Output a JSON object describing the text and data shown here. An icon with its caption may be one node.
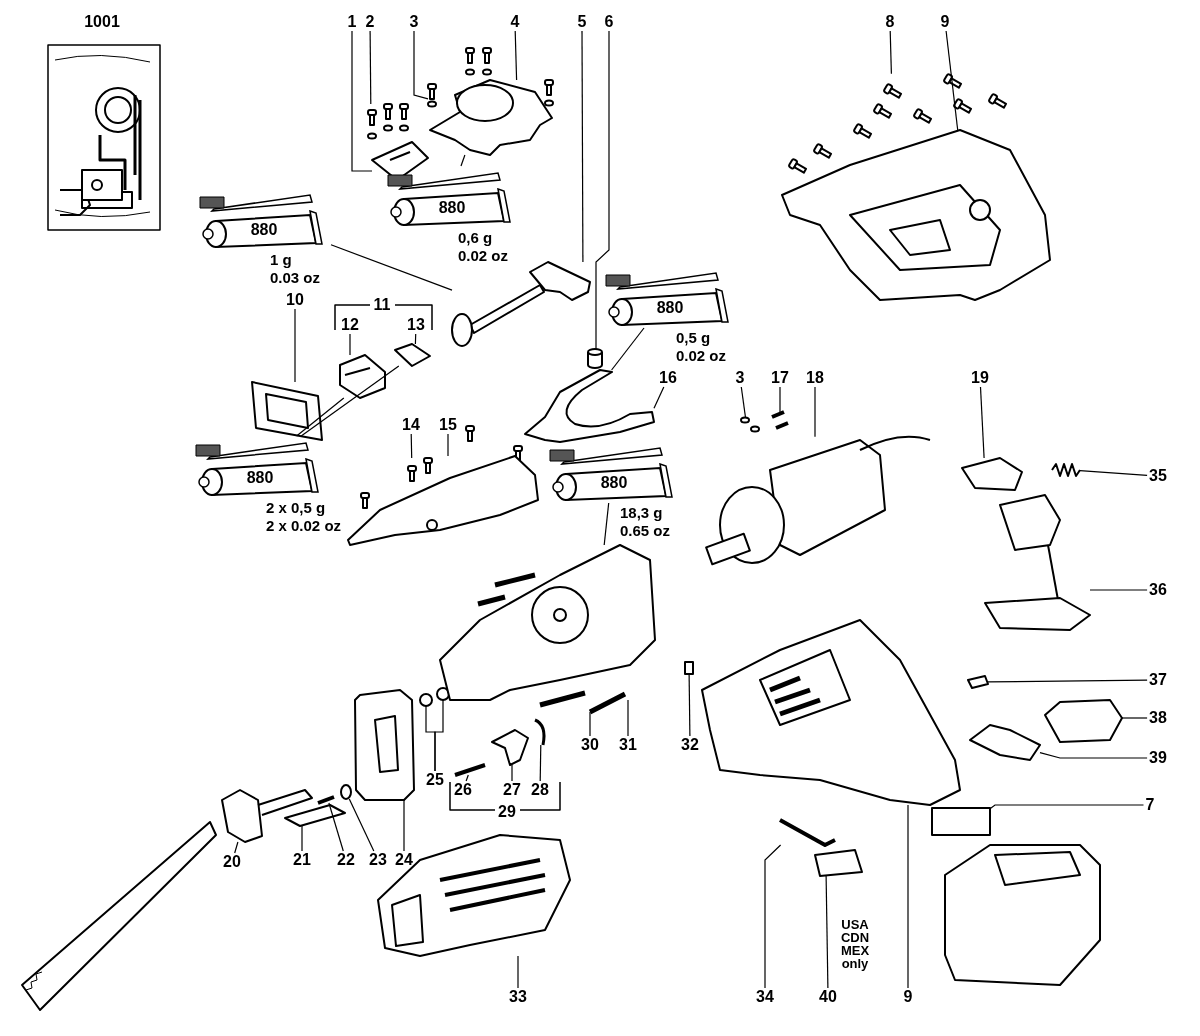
{
  "diagram": {
    "nodes": [
      {
        "text": [
          "1"
        ]
      },
      {
        "text": [
          "2"
        ]
      },
      {
        "text": [
          "3"
        ]
      },
      {
        "text": [
          "4"
        ]
      },
      {
        "text": [
          "5"
        ]
      },
      {
        "text": [
          "6"
        ]
      },
      {
        "text": [
          "8"
        ]
      },
      {
        "text": [
          "9"
        ]
      },
      {
        "text": [
          "880"
        ],
        "beside": [
          "1 g",
          "0.03 oz"
        ]
      },
      {
        "text": [
          "880"
        ],
        "beside": [
          "0,6 g",
          "0.02 oz"
        ]
      },
      {
        "text": [
          "10"
        ]
      },
      {
        "text": [
          "12"
        ]
      },
      {
        "text": [
          "13"
        ]
      },
      {
        "text": [
          "880"
        ],
        "beside": [
          "0,5 g",
          "0.02 oz"
        ]
      },
      {
        "text": [
          "16"
        ]
      },
      {
        "text": [
          "3"
        ]
      },
      {
        "text": [
          "17"
        ]
      },
      {
        "text": [
          "18"
        ]
      },
      {
        "text": [
          "19"
        ]
      },
      {
        "text": [
          "35"
        ]
      },
      {
        "text": [
          "880"
        ],
        "beside": [
          "2 x 0,5 g",
          "2 x 0.02 oz"
        ]
      },
      {
        "text": [
          "14"
        ]
      },
      {
        "text": [
          "15"
        ]
      },
      {
        "text": [
          "880"
        ],
        "beside": [
          "18,3 g",
          "0.65 oz"
        ]
      },
      {
        "text": [
          "36"
        ]
      },
      {
        "text": [
          "37"
        ]
      },
      {
        "text": [
          "38"
        ]
      },
      {
        "text": [
          "39"
        ]
      },
      {
        "text": [
          "25"
        ]
      },
      {
        "text": [
          "30"
        ]
      },
      {
        "text": [
          "31"
        ]
      },
      {
        "text": [
          "32"
        ]
      },
      {
        "text": [
          "26"
        ]
      },
      {
        "text": [
          "27"
        ]
      },
      {
        "text": [
          "28"
        ]
      },
      {
        "text": [
          "20"
        ]
      },
      {
        "text": [
          "21"
        ]
      },
      {
        "text": [
          "22"
        ]
      },
      {
        "text": [
          "23"
        ]
      },
      {
        "text": [
          "24"
        ]
      },
      {
        "text": [
          "7"
        ]
      },
      {
        "text": [
          "33"
        ]
      },
      {
        "text": [
          "34"
        ]
      },
      {
        "text": [
          "40"
        ]
      },
      {
        "text": [
          "9"
        ]
      },
      {
        "text": [],
        "shape": "picture"
      },
      {
        "text": [],
        "shape": "picture"
      },
      {
        "text": [],
        "shape": "picture"
      },
      {
        "text": [],
        "shape": "picture"
      },
      {
        "text": [],
        "shape": "picture"
      },
      {
        "text": [],
        "shape": "cylinder"
      },
      {
        "text": [],
        "shape": "picture"
      },
      {
        "text": [],
        "shape": "picture"
      },
      {
        "text": [],
        "shape": "picture"
      },
      {
        "text": [],
        "shape": "picture"
      },
      {
        "text": [],
        "shape": "picture"
      },
      {
        "text": [],
        "shape": "picture"
      },
      {
        "text": [],
        "shape": "picture"
      },
      {
        "text": [],
        "shape": "picture"
      },
      {
        "text": [],
        "shape": "picture"
      },
      {
        "text": [],
        "shape": "picture"
      },
      {
        "text": [],
        "shape": "picture"
      },
      {
        "text": [],
        "shape": "picture"
      },
      {
        "text": [],
        "shape": "picture"
      },
      {
        "text": [],
        "shape": "picture"
      },
      {
        "text": [],
        "shape": "picture"
      },
      {
        "text": [],
        "shape": "picture"
      },
      {
        "text": [],
        "shape": "picture"
      },
      {
        "text": [],
        "shape": "circle"
      },
      {
        "text": [],
        "shape": "circle"
      },
      {
        "text": [],
        "shape": "picture"
      },
      {
        "text": [],
        "shape": "picture"
      },
      {
        "text": [],
        "shape": "box"
      },
      {
        "text": [],
        "shape": "picture"
      },
      {
        "text": [],
        "shape": "picture"
      },
      {
        "text": [],
        "shape": "picture"
      },
      {
        "text": [],
        "shape": "picture"
      },
      {
        "text": [],
        "shape": "picture"
      },
      {
        "text": [],
        "shape": "picture"
      },
      {
        "text": [],
        "shape": "circle"
      },
      {
        "text": [],
        "shape": "picture"
      },
      {
        "text": [],
        "shape": "box"
      },
      {
        "text": [],
        "shape": "picture"
      },
      {
        "text": [],
        "shape": "picture"
      },
      {
        "text": [],
        "shape": "picture"
      },
      {
        "text": [],
        "shape": "picture"
      }
    ],
    "edges": [
      {
        "from": 0,
        "to": 45,
        "arrow": "none"
      },
      {
        "from": 1,
        "to": 46,
        "arrow": "none"
      },
      {
        "from": 2,
        "to": 47,
        "arrow": "none"
      },
      {
        "from": 3,
        "to": 48,
        "arrow": "none"
      },
      {
        "from": 4,
        "to": 49,
        "arrow": "none"
      },
      {
        "from": 5,
        "to": 50,
        "arrow": "none"
      },
      {
        "from": 6,
        "to": 51,
        "arrow": "none"
      },
      {
        "from": 7,
        "to": 52,
        "arrow": "none"
      },
      {
        "from": 8,
        "to": 49,
        "arrow": "none"
      },
      {
        "from": 9,
        "to": 48,
        "arrow": "none"
      },
      {
        "from": 10,
        "to": 53,
        "arrow": "none"
      },
      {
        "from": 11,
        "to": 54,
        "arrow": "none"
      },
      {
        "from": 12,
        "to": 55,
        "arrow": "none"
      },
      {
        "from": 13,
        "to": 56,
        "arrow": "none"
      },
      {
        "from": 14,
        "to": 56,
        "arrow": "none"
      },
      {
        "from": 15,
        "to": 57,
        "arrow": "none"
      },
      {
        "from": 16,
        "to": 58,
        "arrow": "none"
      },
      {
        "from": 17,
        "to": 59,
        "arrow": "none"
      },
      {
        "from": 18,
        "to": 60,
        "arrow": "none"
      },
      {
        "from": 19,
        "to": 61,
        "arrow": "none"
      },
      {
        "from": 20,
        "to": 54,
        "arrow": "none"
      },
      {
        "from": 20,
        "to": 55,
        "arrow": "none"
      },
      {
        "from": 21,
        "to": 62,
        "arrow": "none"
      },
      {
        "from": 22,
        "to": 63,
        "arrow": "none"
      },
      {
        "from": 23,
        "to": 71,
        "arrow": "none"
      },
      {
        "from": 24,
        "to": 64,
        "arrow": "none"
      },
      {
        "from": 25,
        "to": 65,
        "arrow": "none"
      },
      {
        "from": 26,
        "to": 66,
        "arrow": "none"
      },
      {
        "from": 27,
        "to": 67,
        "arrow": "none"
      },
      {
        "from": 28,
        "to": 68,
        "arrow": "none"
      },
      {
        "from": 28,
        "to": 69,
        "arrow": "none"
      },
      {
        "from": 29,
        "to": 70,
        "arrow": "none"
      },
      {
        "from": 30,
        "to": 71,
        "arrow": "none"
      },
      {
        "from": 31,
        "to": 72,
        "arrow": "none"
      },
      {
        "from": 32,
        "to": 73,
        "arrow": "none"
      },
      {
        "from": 33,
        "to": 74,
        "arrow": "none"
      },
      {
        "from": 34,
        "to": 75,
        "arrow": "none"
      },
      {
        "from": 35,
        "to": 76,
        "arrow": "none"
      },
      {
        "from": 36,
        "to": 77,
        "arrow": "none"
      },
      {
        "from": 37,
        "to": 78,
        "arrow": "none"
      },
      {
        "from": 38,
        "to": 79,
        "arrow": "none"
      },
      {
        "from": 39,
        "to": 80,
        "arrow": "none"
      },
      {
        "from": 40,
        "to": 81,
        "arrow": "none"
      },
      {
        "from": 41,
        "to": 82,
        "arrow": "none"
      },
      {
        "from": 42,
        "to": 83,
        "arrow": "none"
      },
      {
        "from": 43,
        "to": 84,
        "arrow": "none"
      },
      {
        "from": 44,
        "to": 85,
        "arrow": "none"
      }
    ],
    "labels": [
      "1001",
      "11",
      "29",
      "USA CDN MEX only"
    ]
  }
}
